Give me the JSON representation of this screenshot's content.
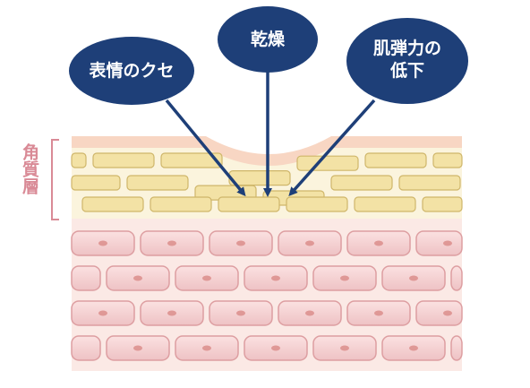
{
  "callouts": {
    "expression": "表情のクセ",
    "dryness": "乾燥",
    "elasticity_line1": "肌弾力の",
    "elasticity_line2": "低下"
  },
  "layer_label": "角質層",
  "colors": {
    "callout_fill": "#1e3f78",
    "arrow": "#1e3f78",
    "stratum_cell_fill": "#f3e2a5",
    "stratum_cell_stroke": "#cfb66a",
    "stratum_background": "#fbf4dd",
    "surface_band": "#f8d6c3",
    "lower_cell_fill": "#f5d3d3",
    "lower_cell_stroke": "#dd9ea1",
    "nucleus": "#df9896",
    "lower_background": "#fbe9e5",
    "bracket_and_label": "#d98a96"
  },
  "icons": {
    "arrow_head": "arrow-down-icon"
  }
}
